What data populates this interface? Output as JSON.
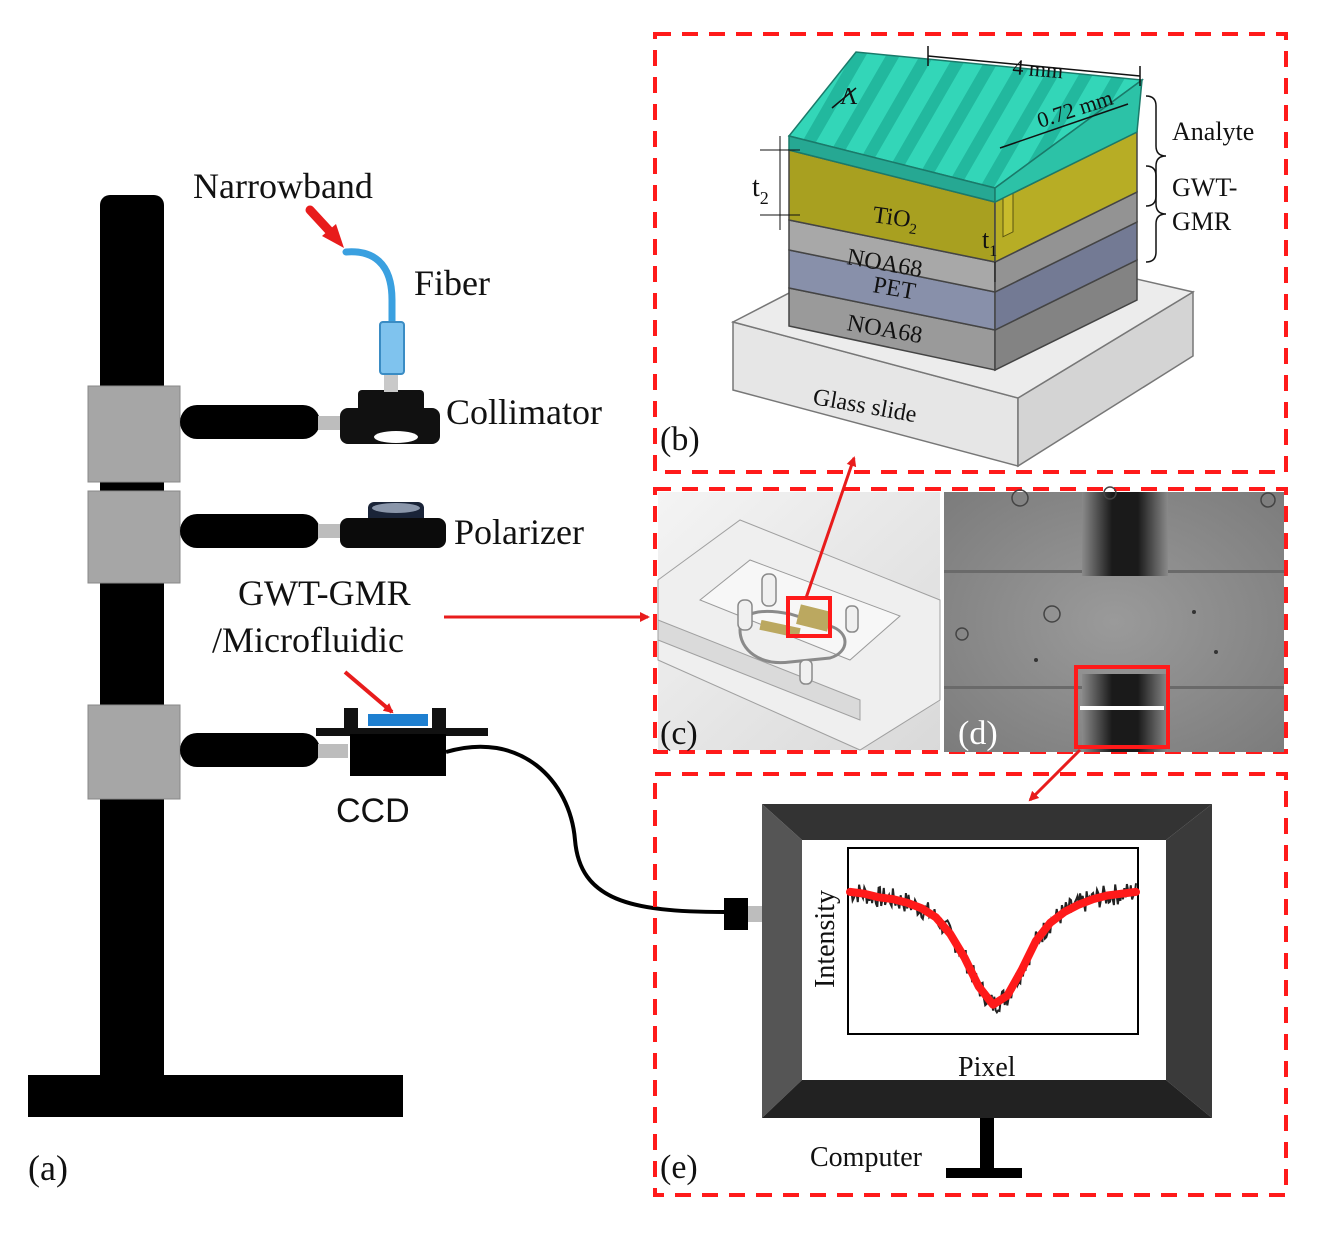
{
  "labels": {
    "narrowband": "Narrowband",
    "fiber": "Fiber",
    "collimator": "Collimator",
    "polarizer": "Polarizer",
    "gwt_gmr_microfluidic_line1": "GWT-GMR",
    "gwt_gmr_microfluidic_line2": "/Microfluidic",
    "ccd": "CCD",
    "computer": "Computer"
  },
  "panel_labels": {
    "a": "(a)",
    "b": "(b)",
    "c": "(c)",
    "d": "(d)",
    "e": "(e)"
  },
  "panel_b": {
    "dim_width": "4 mm",
    "dim_period": "Λ",
    "dim_depth": "0.72 mm",
    "t2": "t",
    "t2_sub": "2",
    "t1": "t",
    "t1_sub": "1",
    "analyte": "Analyte",
    "gwt_gmr_line1": "GWT-",
    "gwt_gmr_line2": "GMR",
    "tio2": "TiO",
    "tio2_sub": "2",
    "noa68_top": "NOA68",
    "pet": "PET",
    "noa68_bottom": "NOA68",
    "glass_slide": "Glass slide"
  },
  "chart_data": {
    "type": "line",
    "xlabel": "Pixel",
    "ylabel": "Intensity",
    "grid": false,
    "legend": "none",
    "series": [
      {
        "color": "#222222",
        "style": "noisy-measured",
        "x": [
          0,
          0.05,
          0.1,
          0.15,
          0.2,
          0.25,
          0.3,
          0.35,
          0.4,
          0.45,
          0.5,
          0.55,
          0.6,
          0.65,
          0.7,
          0.75,
          0.8,
          0.85,
          0.9,
          0.95,
          1.0
        ],
        "y": [
          0.77,
          0.76,
          0.74,
          0.73,
          0.71,
          0.68,
          0.63,
          0.54,
          0.41,
          0.25,
          0.15,
          0.2,
          0.34,
          0.5,
          0.6,
          0.66,
          0.7,
          0.73,
          0.75,
          0.76,
          0.77
        ]
      },
      {
        "color": "#ff1a1a",
        "style": "fit",
        "x": [
          0,
          0.05,
          0.1,
          0.15,
          0.2,
          0.25,
          0.3,
          0.35,
          0.4,
          0.45,
          0.5,
          0.55,
          0.6,
          0.65,
          0.7,
          0.75,
          0.8,
          0.85,
          0.9,
          0.95,
          1.0
        ],
        "y": [
          0.77,
          0.76,
          0.74,
          0.73,
          0.71,
          0.68,
          0.63,
          0.54,
          0.41,
          0.25,
          0.15,
          0.2,
          0.34,
          0.5,
          0.6,
          0.66,
          0.7,
          0.73,
          0.75,
          0.76,
          0.77
        ]
      }
    ]
  },
  "colors": {
    "dashed_frame": "#ff1a1a",
    "arrow": "#e81c1c",
    "stand": "#000000",
    "clamp": "#a6a6a6",
    "fiber": "#3aa0e0",
    "analyte": "#33d6b8",
    "tio2": "#a8a020",
    "noa68": "#9a9a9a",
    "pet": "#8890aa",
    "glass": "#dcdcdc",
    "sample": "#1e7fd0"
  }
}
